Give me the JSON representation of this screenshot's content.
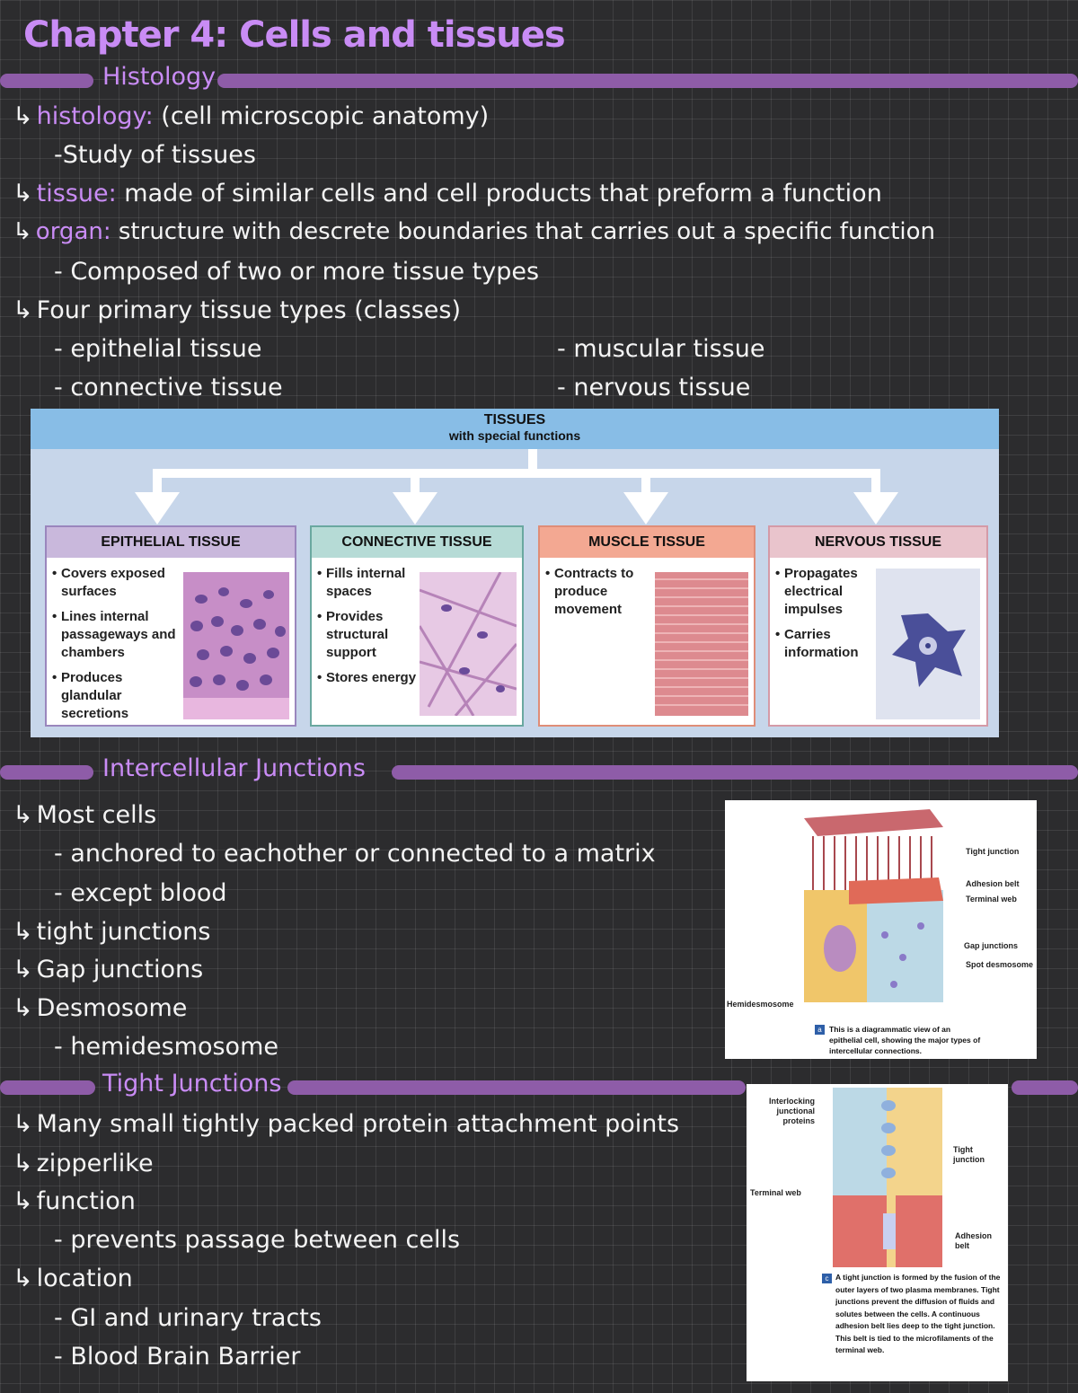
{
  "title": "Chapter 4: Cells and tissues",
  "sections": {
    "histology": "Histology",
    "junctions": "Intercellular Junctions",
    "tight": "Tight Junctions"
  },
  "histology": {
    "l1_arrow": "↳",
    "l1_kw": "histology:",
    "l1_rest": "(cell microscopic anatomy)",
    "l2": "-Study of tissues",
    "l3_kw": "tissue:",
    "l3_rest": "made of similar cells and cell products that preform a function",
    "l4_kw": "organ:",
    "l4_rest": "structure with descrete boundaries that carries out a specific function",
    "l5": "- Composed of two or more tissue types",
    "l6": "Four primary tissue types (classes)",
    "l7a": "- epithelial tissue",
    "l7b": "- muscular tissue",
    "l8a": "- connective tissue",
    "l8b": "- nervous tissue"
  },
  "figure": {
    "head1": "TISSUES",
    "head2": "with special functions",
    "cards": [
      {
        "title": "EPITHELIAL TISSUE",
        "items": [
          "Covers exposed surfaces",
          "Lines internal passageways and chambers",
          "Produces glandular secretions"
        ],
        "header_color": "#c9b8dc",
        "border": "#9a86bd"
      },
      {
        "title": "CONNECTIVE TISSUE",
        "items": [
          "Fills internal spaces",
          "Provides structural support",
          "Stores energy"
        ],
        "header_color": "#b6dbd6",
        "border": "#6aa8a0"
      },
      {
        "title": "MUSCLE TISSUE",
        "items": [
          "Contracts to produce movement"
        ],
        "header_color": "#f3a892",
        "border": "#df8d78"
      },
      {
        "title": "NERVOUS TISSUE",
        "items": [
          "Propagates electrical impulses",
          "Carries information"
        ],
        "header_color": "#e9c4cc",
        "border": "#d49aa7"
      }
    ]
  },
  "junctions": {
    "l1": "Most cells",
    "l2": "- anchored to eachother or connected to a matrix",
    "l3": "- except blood",
    "l4": "tight junctions",
    "l5": "Gap junctions",
    "l6": "Desmosome",
    "l7": "- hemidesmosome",
    "fig_labels": {
      "a": "Tight junction",
      "b": "Adhesion belt",
      "c": "Terminal web",
      "d": "Gap junctions",
      "e": "Spot desmosome",
      "f": "Hemidesmosome"
    },
    "fig_badge": "a",
    "fig_caption": "This is a diagrammatic view of an epithelial cell, showing the major types of intercellular connections."
  },
  "tight": {
    "l1": "Many small tightly packed protein attachment points",
    "l2": "zipperlike",
    "l3": "function",
    "l4": "- prevents passage between cells",
    "l5": "location",
    "l6": "- GI and urinary tracts",
    "l7": "- Blood Brain Barrier",
    "fig_labels": {
      "a": "Interlocking junctional proteins",
      "b": "Terminal web",
      "c": "Tight junction",
      "d": "Adhesion belt"
    },
    "fig_badge": "c",
    "fig_caption": "A tight junction is formed by the fusion of the outer layers of two plasma membranes. Tight junctions prevent the diffusion of fluids and solutes between the cells. A continuous adhesion belt lies deep to the tight junction. This belt is tied to the microfilaments of the terminal web."
  },
  "colors": {
    "accent": "#c98cf5",
    "band": "#8e5ca8",
    "background": "#2c2c2e"
  }
}
